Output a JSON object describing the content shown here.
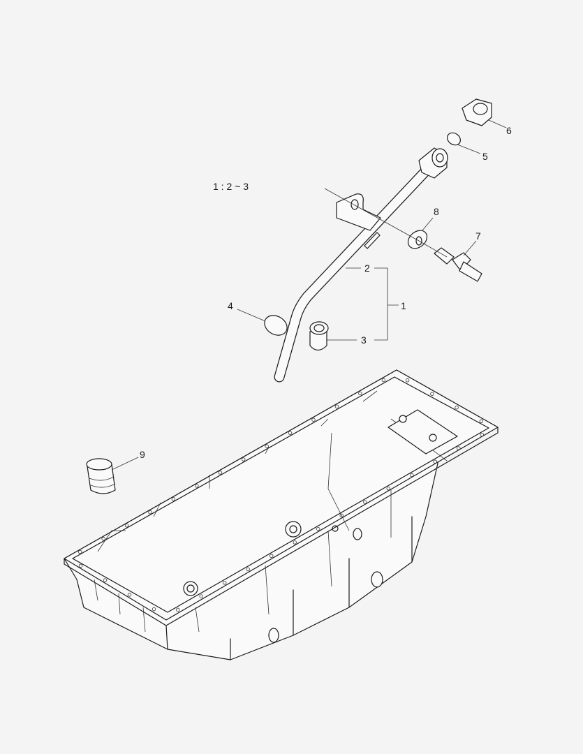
{
  "assembly_note": "1 : 2 ~ 3",
  "callouts": {
    "c1": "1",
    "c2": "2",
    "c3": "3",
    "c4": "4",
    "c5": "5",
    "c6": "6",
    "c7": "7",
    "c8": "8",
    "c9": "9"
  },
  "colors": {
    "background": "#f4f4f4",
    "line": "#1a1a1a"
  }
}
